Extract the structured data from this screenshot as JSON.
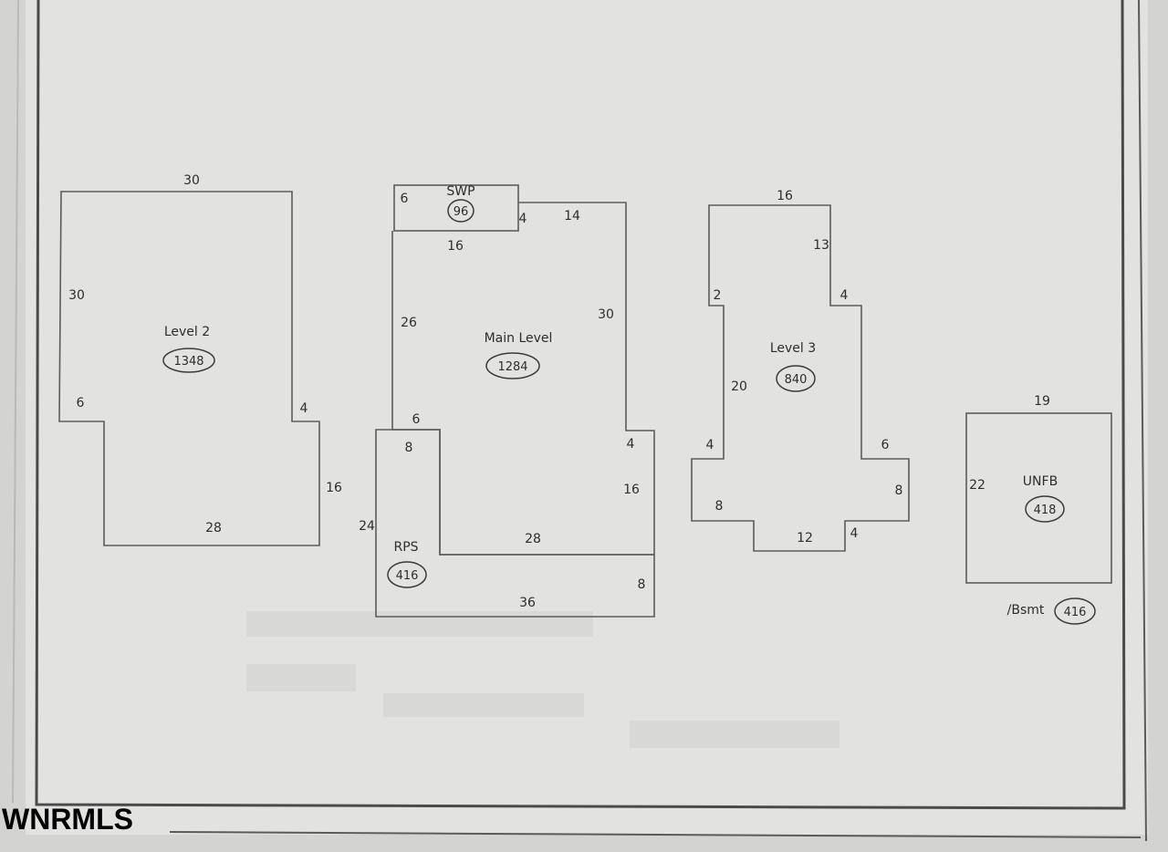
{
  "watermark": "WNRMLS",
  "areas": [
    {
      "id": "level-2",
      "label": "Level 2",
      "area": "1348",
      "dims": [
        "30",
        "30",
        "6",
        "4",
        "16",
        "28"
      ]
    },
    {
      "id": "swp",
      "label": "SWP",
      "area": "96",
      "dims": [
        "6",
        "4",
        "16"
      ]
    },
    {
      "id": "main-level",
      "label": "Main Level",
      "area": "1284",
      "dims": [
        "14",
        "30",
        "26",
        "6",
        "4",
        "16",
        "28"
      ]
    },
    {
      "id": "rps",
      "label": "RPS",
      "area": "416",
      "dims": [
        "8",
        "24",
        "36",
        "8"
      ]
    },
    {
      "id": "level-3",
      "label": "Level 3",
      "area": "840",
      "dims": [
        "16",
        "13",
        "2",
        "4",
        "20",
        "4",
        "6",
        "8",
        "8",
        "12",
        "4"
      ]
    },
    {
      "id": "unfb",
      "label": "UNFB",
      "area": "418",
      "dims": [
        "19",
        "22"
      ]
    },
    {
      "id": "bsmt",
      "label": "/Bsmt",
      "area": "416",
      "dims": []
    }
  ]
}
